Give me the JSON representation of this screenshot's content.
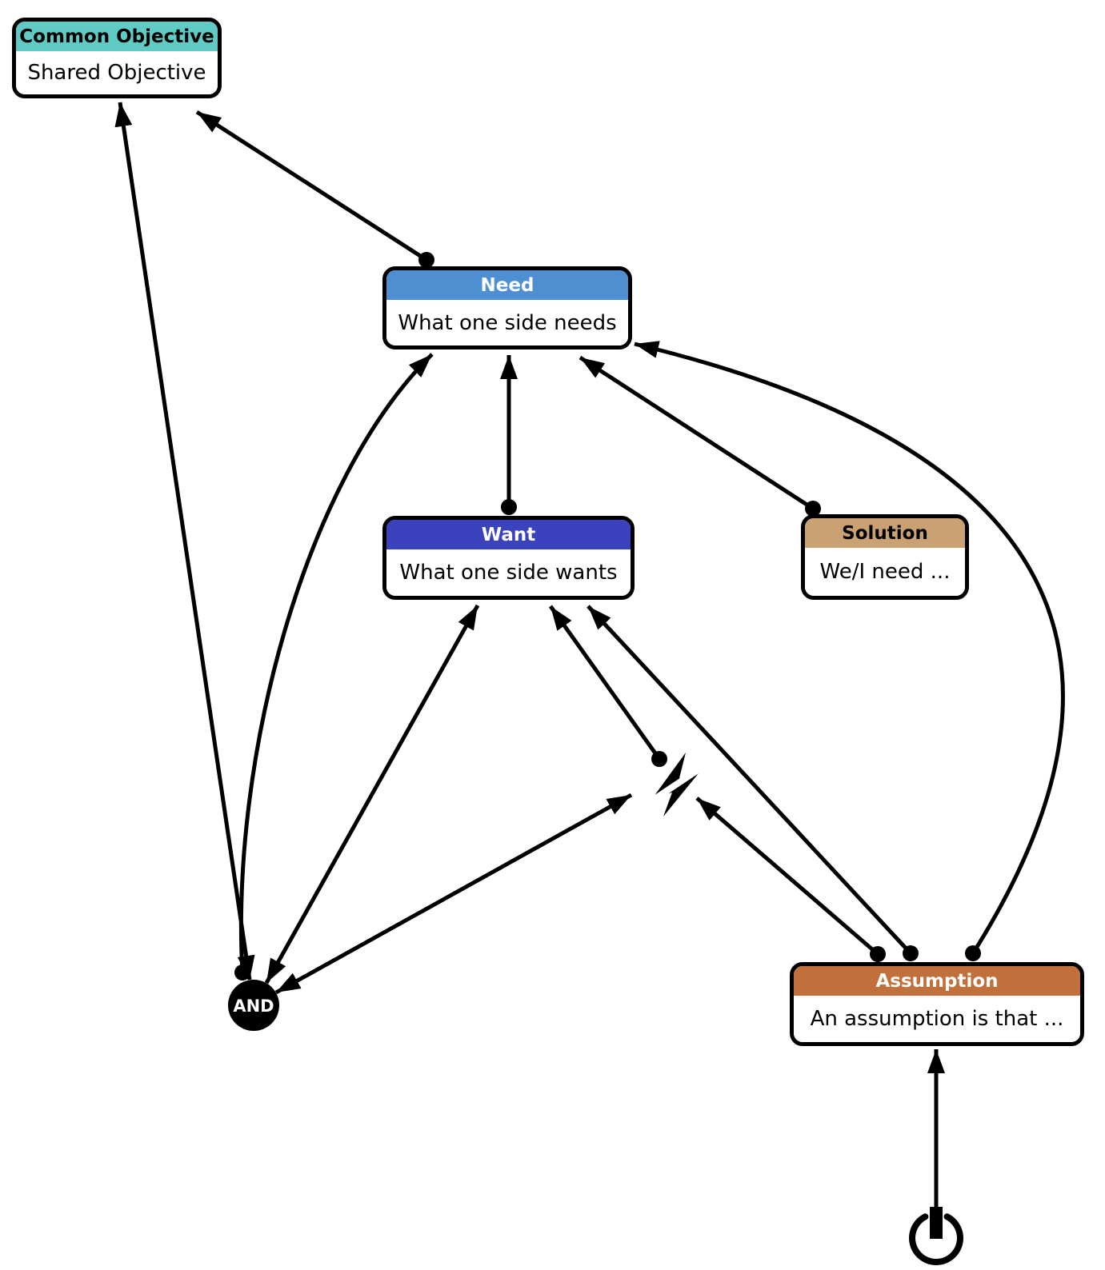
{
  "diagram": {
    "nodes": {
      "common_objective": {
        "type_label": "Common Objective",
        "text": "Shared Objective",
        "header_color": "#60CBC5",
        "header_text_color": "#000000"
      },
      "need": {
        "type_label": "Need",
        "text": "What one side needs",
        "header_color": "#4D8FD1",
        "header_text_color": "#FFFFFF"
      },
      "want": {
        "type_label": "Want",
        "text": "What one side wants",
        "header_color": "#3A42BD",
        "header_text_color": "#FFFFFF"
      },
      "solution": {
        "type_label": "Solution",
        "text": "We/I need ...",
        "header_color": "#C9A172",
        "header_text_color": "#000000"
      },
      "assumption": {
        "type_label": "Assumption",
        "text": "An assumption is that ...",
        "header_color": "#C1703C",
        "header_text_color": "#FFFFFF"
      }
    },
    "junctor": {
      "label": "AND",
      "color": "#000000",
      "label_color": "#FFFFFF"
    },
    "edge_color": "#000000",
    "icons": {
      "conflict": "conflict-bolt-icon",
      "start": "start-power-icon"
    },
    "edges": [
      {
        "from": "need",
        "to": "common_objective",
        "style": "arrow"
      },
      {
        "from": "and-junctor",
        "to": "common_objective",
        "style": "double-arrow"
      },
      {
        "from": "want",
        "to": "need",
        "style": "arrow"
      },
      {
        "from": "solution",
        "to": "need",
        "style": "arrow"
      },
      {
        "from": "assumption",
        "to": "need",
        "style": "arrow"
      },
      {
        "from": "and-junctor",
        "to": "need",
        "style": "arrow"
      },
      {
        "from": "and-junctor",
        "to": "want",
        "style": "double-arrow"
      },
      {
        "from": "and-junctor",
        "to": "conflict-bolt",
        "style": "double-arrow"
      },
      {
        "from": "conflict-bolt",
        "to": "want",
        "style": "arrow"
      },
      {
        "from": "assumption",
        "to": "want",
        "style": "arrow"
      },
      {
        "from": "assumption",
        "to": "conflict-bolt",
        "style": "arrow"
      },
      {
        "from": "start-power",
        "to": "assumption",
        "style": "arrow"
      }
    ]
  }
}
